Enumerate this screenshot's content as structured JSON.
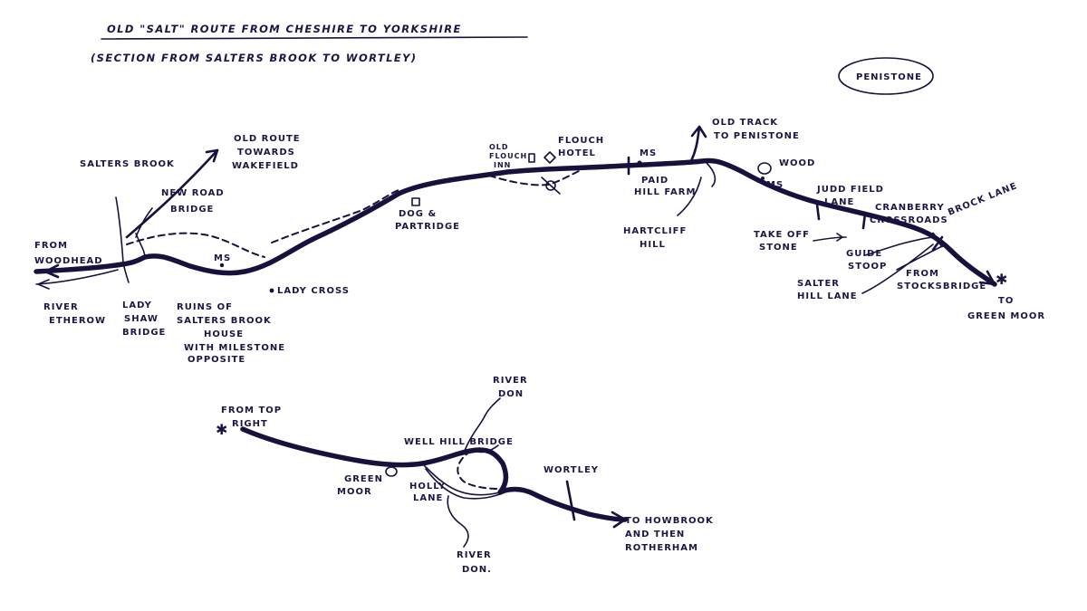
{
  "title": {
    "line1": "OLD \"SALT\" ROUTE FROM CHESHIRE TO YORKSHIRE",
    "line2": "(SECTION FROM SALTERS BROOK TO WORTLEY)"
  },
  "penistone_box": "PENISTONE",
  "upper_labels": {
    "from_woodhead": [
      "FROM",
      "WOODHEAD"
    ],
    "salters_brook": "SALTERS BROOK",
    "old_route": [
      "OLD ROUTE",
      "TOWARDS",
      "WAKEFIELD"
    ],
    "new_road_bridge": [
      "NEW ROAD",
      "BRIDGE"
    ],
    "river_etherow": [
      "RIVER",
      "ETHEROW"
    ],
    "lady_shaw_bridge": [
      "LADY",
      "SHAW",
      "BRIDGE"
    ],
    "ruins": [
      "RUINS OF",
      "SALTERS BROOK",
      "HOUSE",
      "WITH MILESTONE",
      "OPPOSITE"
    ],
    "lady_cross": "LADY CROSS",
    "ms1": "MS",
    "dog_partridge": [
      "DOG &",
      "PARTRIDGE"
    ],
    "old_flouch_inn": [
      "OLD",
      "FLOUCH",
      "INN"
    ],
    "flouch_hotel": [
      "FLOUCH",
      "HOTEL"
    ],
    "ms2": "MS",
    "paid_hill_farm": [
      "PAID",
      "HILL FARM"
    ],
    "hartcliff_hill": [
      "HARTCLIFF",
      "HILL"
    ],
    "old_track": [
      "OLD TRACK",
      "TO PENISTONE"
    ],
    "wood": "WOOD",
    "ms3": "MS",
    "judd_field_lane": [
      "JUDD FIELD",
      "LANE"
    ],
    "cranberry_crossroads": [
      "CRANBERRY",
      "CROSSROADS"
    ],
    "brock_lane": "BROCK LANE",
    "take_off_stone": [
      "TAKE OFF",
      "STONE"
    ],
    "guide_stoop": [
      "GUIDE",
      "STOOP"
    ],
    "salter_hill_lane": [
      "SALTER",
      "HILL LANE"
    ],
    "from_stocksbridge": [
      "FROM",
      "STOCKSBRIDGE"
    ],
    "to_green_moor": [
      "TO",
      "GREEN MOOR"
    ]
  },
  "lower_labels": {
    "from_top_right": [
      "FROM TOP",
      "RIGHT"
    ],
    "river_don_top": [
      "RIVER",
      "DON"
    ],
    "well_hill_bridge": "WELL HILL BRIDGE",
    "green_moor": [
      "GREEN",
      "MOOR"
    ],
    "holly_lane": [
      "HOLLY",
      "LANE"
    ],
    "wortley": "WORTLEY",
    "to_howbrook": [
      "TO HOWBROOK",
      "AND THEN",
      "ROTHERHAM"
    ],
    "river_don_bottom": [
      "RIVER",
      "DON."
    ]
  }
}
